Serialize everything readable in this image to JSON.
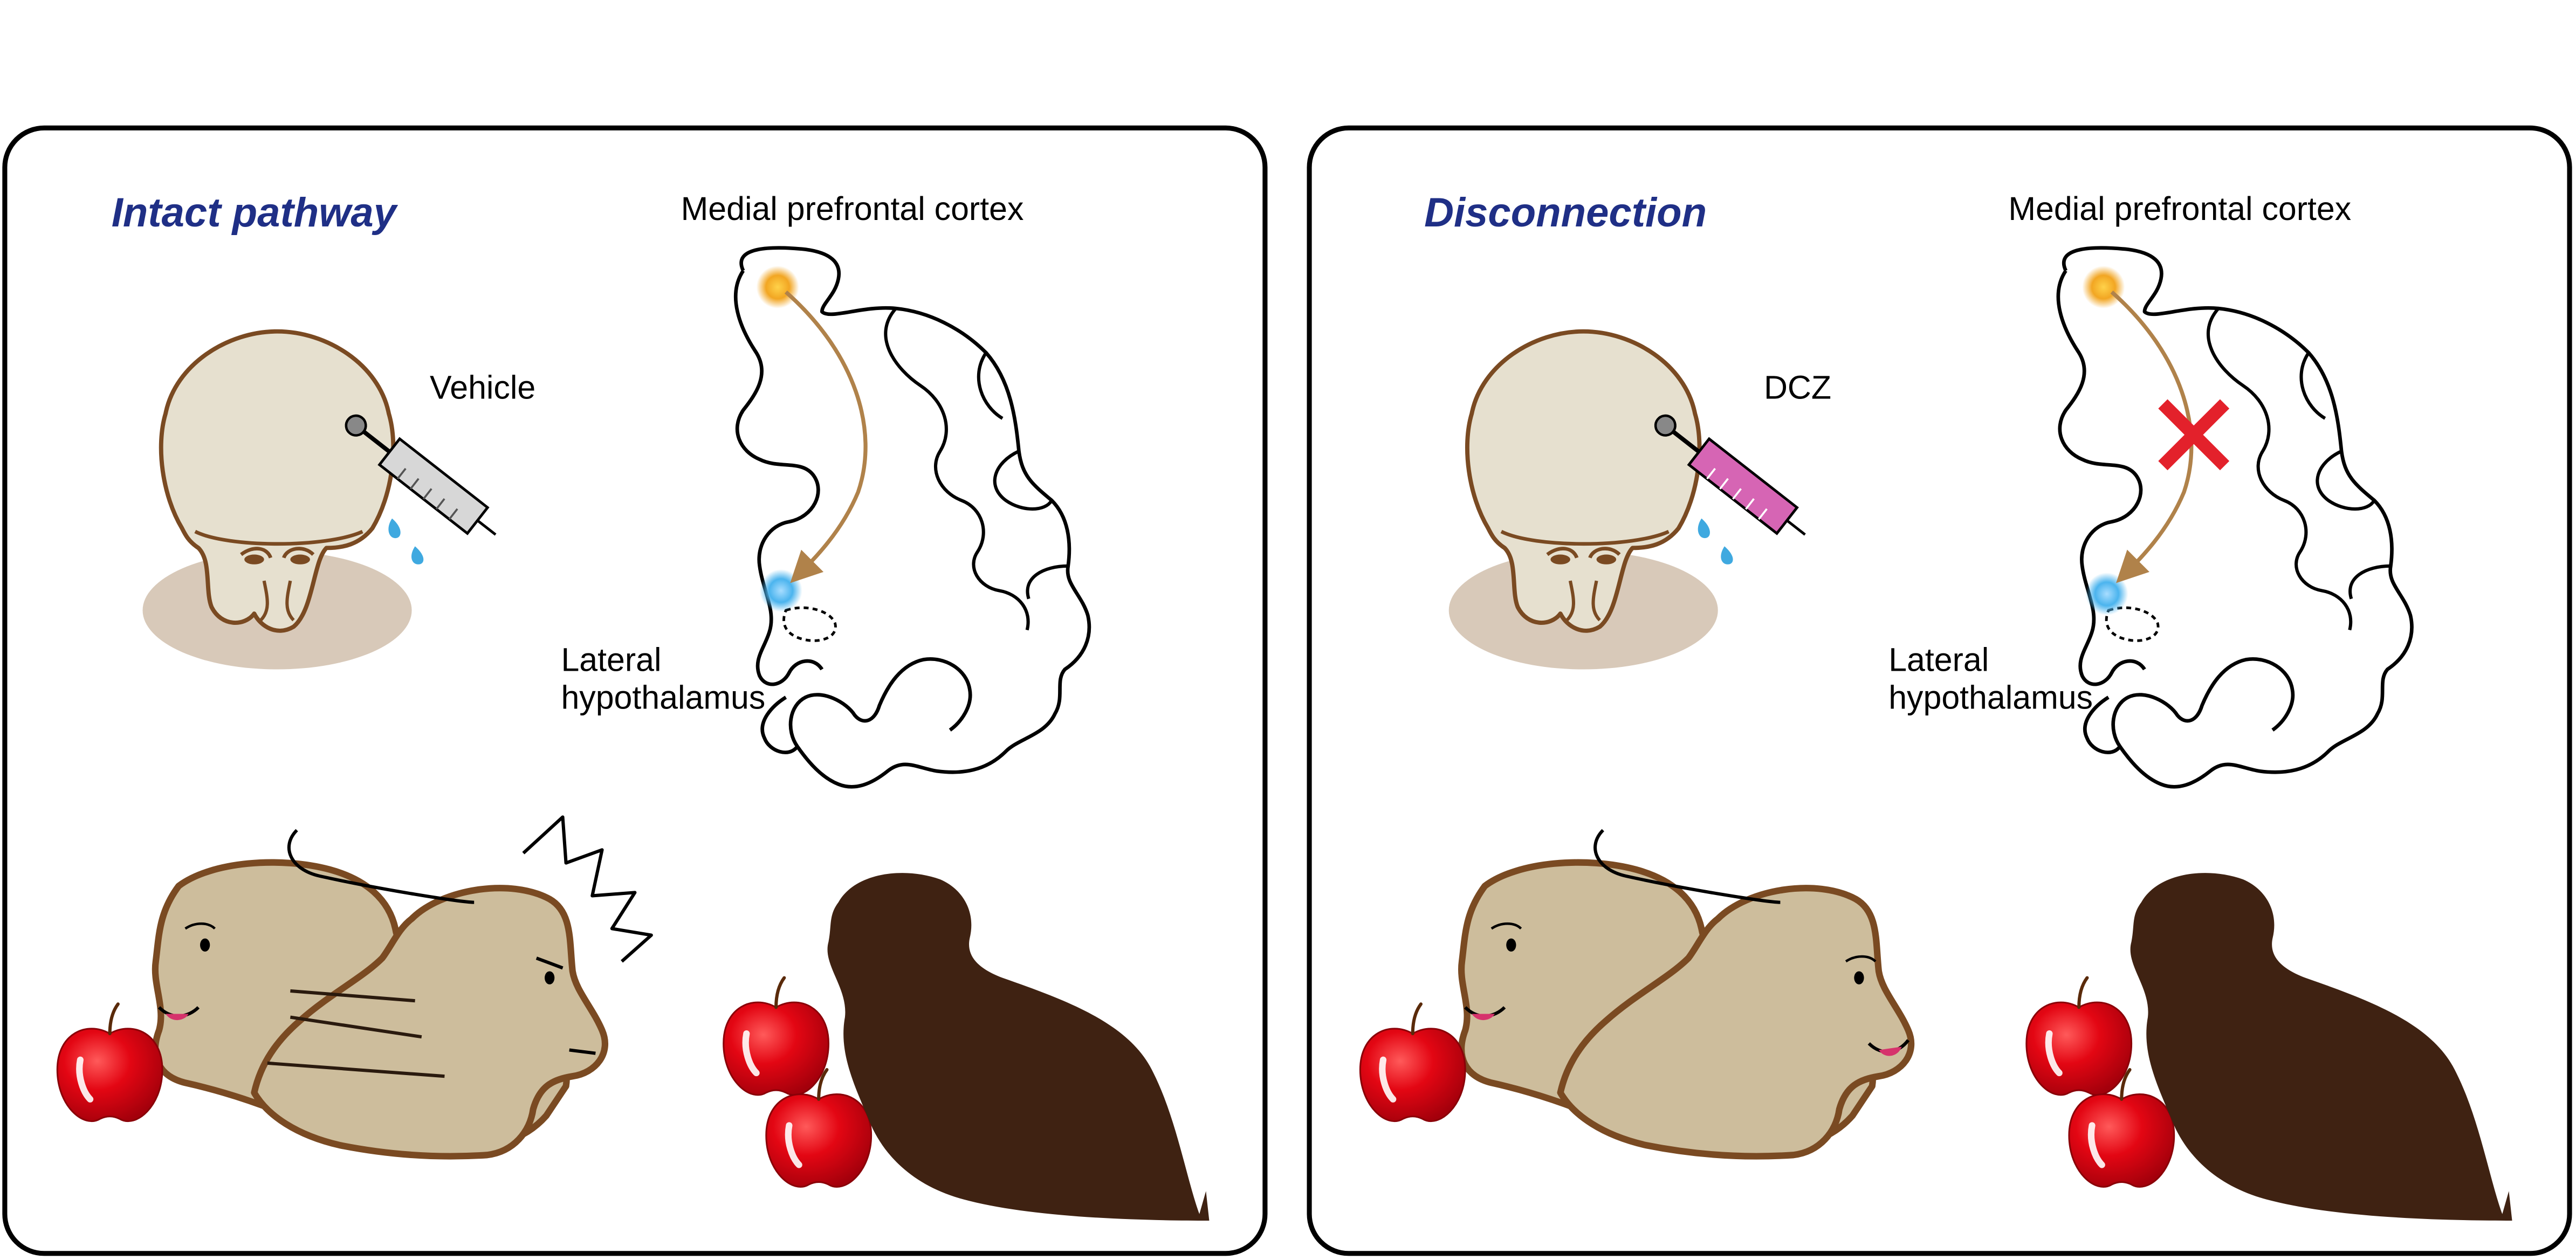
{
  "colors": {
    "heading": "#1f2f86",
    "frame": "#000000",
    "monkey_fill": "#cdbd9c",
    "monkey_outline": "#7a4a22",
    "dark_monkey": "#3f2212",
    "chair_head": "#e6e0cf",
    "chair_shadow": "#d8c9b9",
    "pathway_arrow": "#b0824a",
    "mpfc_dot": "#f2a623",
    "lh_dot": "#4bb4ee",
    "apple": "#e30613",
    "block_x": "#e3212b",
    "syringe_vehicle": "#d7d7d7",
    "syringe_dcz": "#d665b4"
  },
  "panels": [
    {
      "heading": "Intact pathway",
      "region_top": "Medial prefrontal cortex",
      "region_bottom": "Lateral\nhypothalamus",
      "injection": "Vehicle",
      "pathway_blocked": false,
      "monkey_expression": "threatened",
      "syringe_icon": "vehicle-syringe-icon"
    },
    {
      "heading": "Disconnection",
      "region_top": "Medial prefrontal cortex",
      "region_bottom": "Lateral\nhypothalamus",
      "injection": "DCZ",
      "pathway_blocked": true,
      "monkey_expression": "smiling",
      "syringe_icon": "dcz-syringe-icon"
    }
  ]
}
